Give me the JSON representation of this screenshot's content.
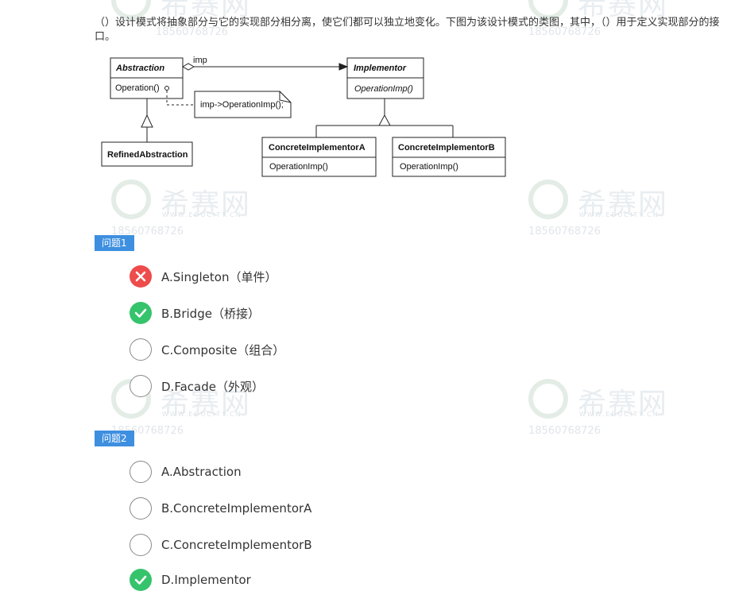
{
  "question": {
    "text": "（）设计模式将抽象部分与它的实现部分相分离，使它们都可以独立地变化。下图为该设计模式的类图，其中，（）用于定义实现部分的接口。"
  },
  "diagram": {
    "abstraction": {
      "name": "Abstraction",
      "method": "Operation()"
    },
    "implementor": {
      "name": "Implementor",
      "method": "OperationImp()"
    },
    "note": "imp->OperationImp();",
    "assoc_label": "imp",
    "refined": {
      "name": "RefinedAbstraction"
    },
    "concrete_a": {
      "name": "ConcreteImplementorA",
      "method": "OperationImp()"
    },
    "concrete_b": {
      "name": "ConcreteImplementorB",
      "method": "OperationImp()"
    }
  },
  "watermark": {
    "brand": "希赛网",
    "sub": "WWW.EDUCITY.CN",
    "phone": "18560768726"
  },
  "question1": {
    "badge": "问题1",
    "options": [
      {
        "label": "A.Singleton（单件）",
        "state": "wrong"
      },
      {
        "label": "B.Bridge（桥接）",
        "state": "correct"
      },
      {
        "label": "C.Composite（组合）",
        "state": "empty"
      },
      {
        "label": "D.Facade（外观）",
        "state": "empty"
      }
    ]
  },
  "question2": {
    "badge": "问题2",
    "options": [
      {
        "label": "A.Abstraction",
        "state": "empty"
      },
      {
        "label": "B.ConcreteImplementorA",
        "state": "empty"
      },
      {
        "label": "C.ConcreteImplementorB",
        "state": "empty"
      },
      {
        "label": "D.Implementor",
        "state": "correct"
      }
    ]
  }
}
